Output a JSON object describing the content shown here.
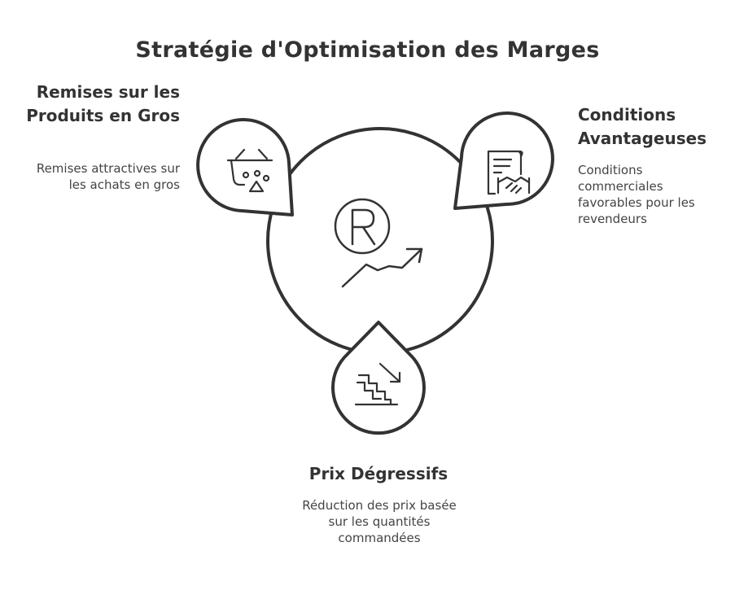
{
  "title": "Stratégie d'Optimisation des Marges",
  "center": {
    "icon": "registered-trend-up-icon"
  },
  "nodes": {
    "left": {
      "heading": "Remises sur les Produits en Gros",
      "description": "Remises attractives sur les achats en gros",
      "icon": "basket-discount-icon"
    },
    "right": {
      "heading": "Conditions Avantageuses",
      "description": "Conditions commerciales favorables pour les revendeurs",
      "icon": "contract-handshake-icon"
    },
    "bottom": {
      "heading": "Prix Dégressifs",
      "description": "Réduction des prix basée sur les quantités commandées",
      "icon": "stairs-down-icon"
    }
  },
  "colors": {
    "stroke": "#333333",
    "fill": "#ffffff",
    "text": "#333333"
  }
}
